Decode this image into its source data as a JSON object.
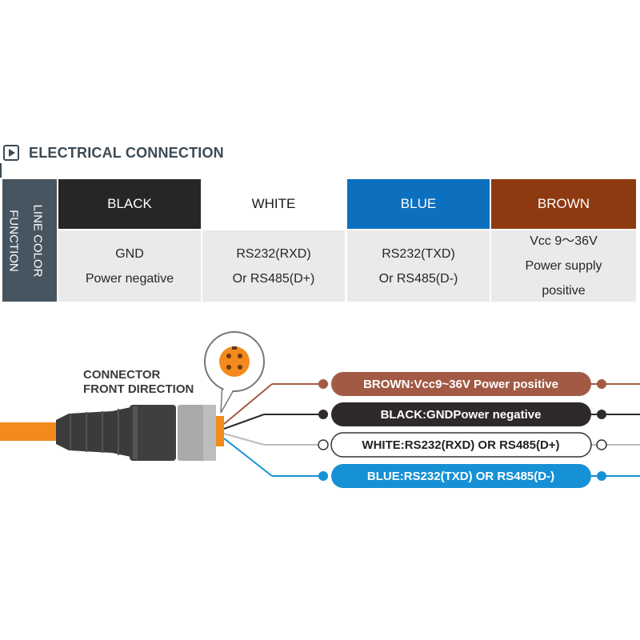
{
  "section": {
    "title": "ELECTRICAL CONNECTION",
    "icon": "play-icon"
  },
  "table": {
    "header_label_line1": "LINE COLOR",
    "header_label_line2": "FUNCTION",
    "columns": [
      {
        "color_name": "BLACK",
        "bg": "#262626",
        "fg": "#ffffff",
        "func_line1": "GND",
        "func_line2": "Power negative",
        "func_line3": ""
      },
      {
        "color_name": "WHITE",
        "bg": "#ffffff",
        "fg": "#1a1a1a",
        "func_line1": "RS232(RXD)",
        "func_line2": "Or RS485(D+)",
        "func_line3": ""
      },
      {
        "color_name": "BLUE",
        "bg": "#0d70bf",
        "fg": "#ffffff",
        "func_line1": "RS232(TXD)",
        "func_line2": "Or RS485(D-)",
        "func_line3": ""
      },
      {
        "color_name": "BROWN",
        "bg": "#8e3a10",
        "fg": "#ffffff",
        "func_line1": "Vcc 9～36V",
        "func_line2": "Power supply",
        "func_line3": "positive"
      }
    ]
  },
  "diagram": {
    "connector_label_line1": "CONNECTOR",
    "connector_label_line2": "FRONT DIRECTION",
    "wires": [
      {
        "label": "BROWN:Vcc9~36V Power positive",
        "color": "#a25a44",
        "text_color": "#ffffff"
      },
      {
        "label": "BLACK:GNDPower negative",
        "color": "#2e2a29",
        "text_color": "#ffffff"
      },
      {
        "label": "WHITE:RS232(RXD) OR RS485(D+)",
        "color": "#ffffff",
        "text_color": "#222222"
      },
      {
        "label": "BLUE:RS232(TXD) OR RS485(D-)",
        "color": "#1791d6",
        "text_color": "#ffffff"
      }
    ],
    "cable_color": "#f28a1d"
  }
}
